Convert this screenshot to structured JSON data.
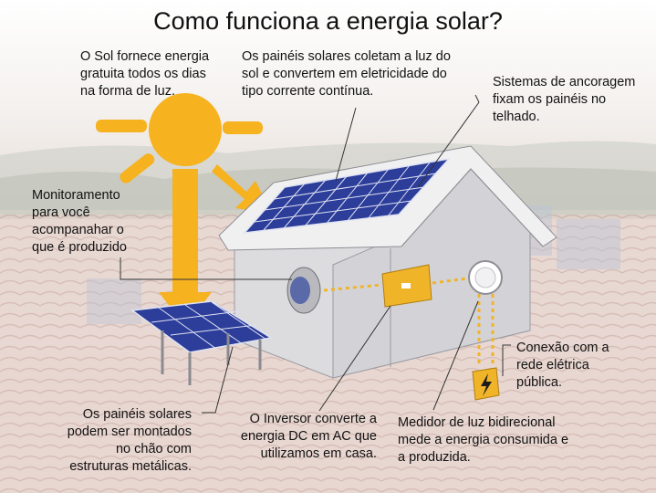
{
  "title": "Como funciona a energia solar?",
  "labels": {
    "sun": "O Sol fornece energia\ngratuita todos os dias\nna forma de luz.",
    "panels": "Os painéis solares coletam a luz do\nsol e convertem em eletricidade do\ntipo corrente contínua.",
    "anchoring": "Sistemas de ancoragem\nfixam os painéis no\ntelhado.",
    "monitoring": "Monitoramento\npara você\nacompanahar o\nque é produzido",
    "ground_panels": "Os painéis solares\npodem ser montados\nno chão com\nestruturas metálicas.",
    "inverter": "O Inversor converte a\nenergia DC em AC que\nutilizamos em casa.",
    "meter": "Medidor de luz bidirecional\nmede a energia consumida e\na produzida.",
    "grid": "Conexão com a\nrede elétrica\npública."
  },
  "colors": {
    "sun": "#f6b21f",
    "panel": "#2c3d9a",
    "house_wall": "#d9d9dc",
    "roof_edge": "#eeeeef",
    "inverter": "#f0b429",
    "roof_tiles": "#c9a59c"
  },
  "icons": {
    "sun": "sun-icon",
    "monitor": "monitor-device-icon",
    "inverter": "inverter-box-icon",
    "meter": "bidirectional-meter-icon",
    "grid": "lightning-bolt-icon"
  }
}
